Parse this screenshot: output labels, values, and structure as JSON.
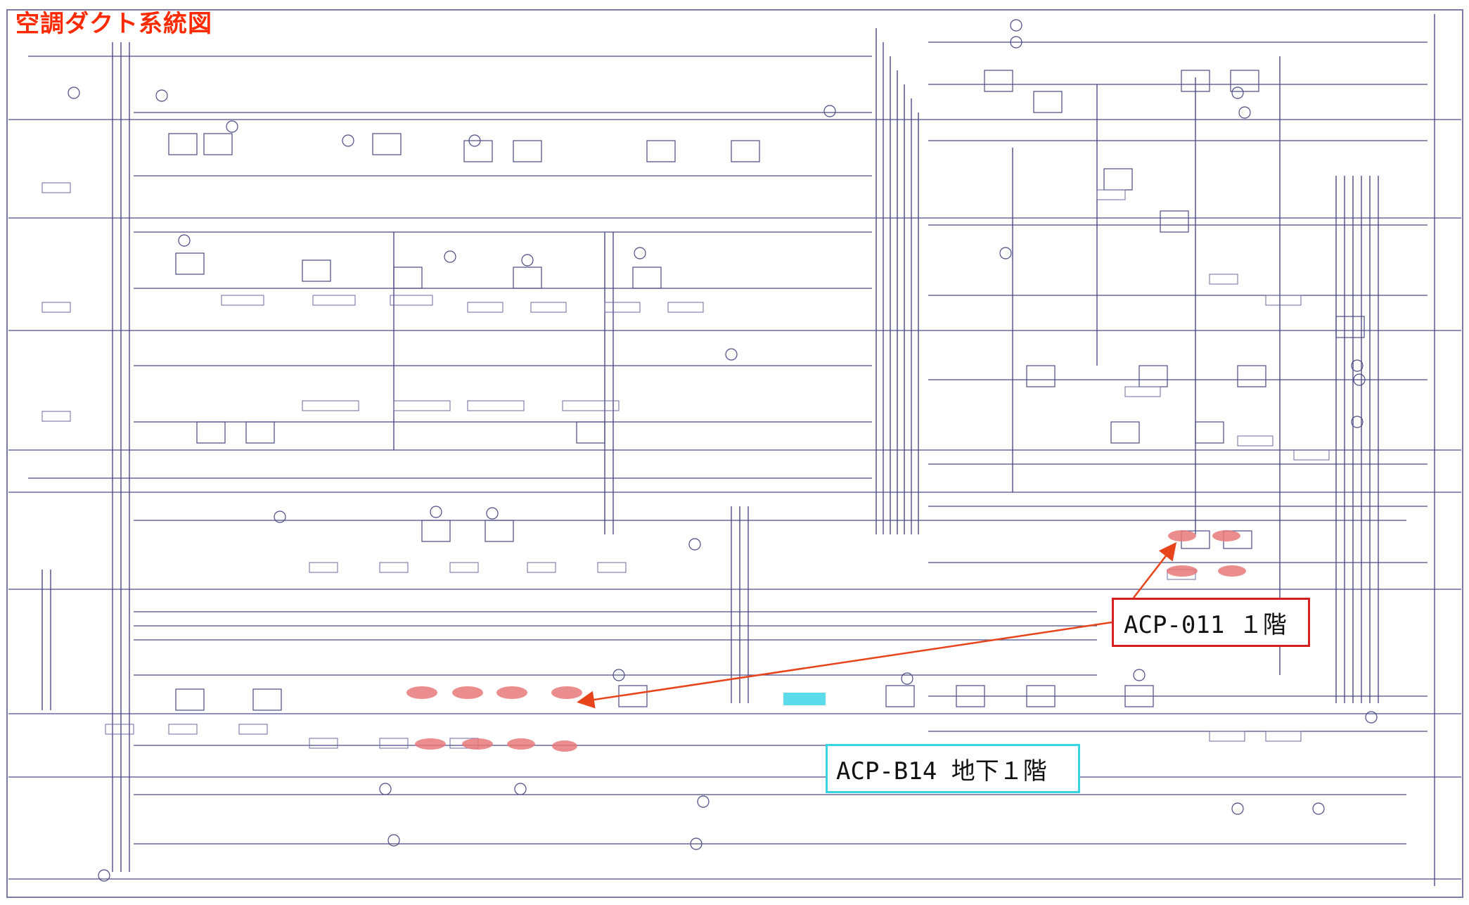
{
  "title": "空調ダクト系統図",
  "callouts": {
    "acp_011": "ACP-011  １階",
    "acp_b14": "ACP-B14 地下１階"
  },
  "colors": {
    "title": "#ff2a00",
    "line": "#4a4a86",
    "highlight_red": "#e8787a",
    "highlight_cyan": "#3fd6e6",
    "arrow": "#e8441c",
    "callout_red_border": "#d42020",
    "callout_cyan_border": "#38d3e0"
  }
}
